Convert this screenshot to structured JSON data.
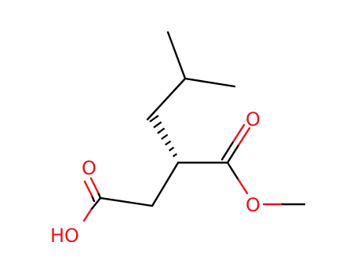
{
  "molecule": {
    "atom_labels": {
      "carbonyl_o_ester": "O",
      "ester_o": "O",
      "carbonyl_o_acid": "O",
      "hydroxyl": "HO"
    },
    "colors": {
      "bond": "#000000",
      "oxygen": "#e8121b",
      "background": "#ffffff"
    },
    "stereo": "hashed-wedge"
  }
}
